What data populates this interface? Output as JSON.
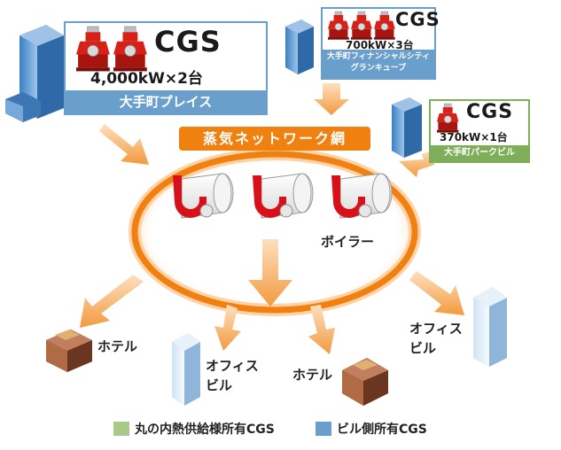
{
  "plants": [
    {
      "id": "otemachi-place",
      "cgs": "CGS",
      "capacity": "4,000kW×2台",
      "name": "大手町プレイス",
      "owner": "building"
    },
    {
      "id": "financial-city",
      "cgs": "CGS",
      "capacity": "700kW×3台",
      "name_lines": [
        "大手町フィナンシャルシティ",
        "グランキューブ"
      ],
      "owner": "building"
    },
    {
      "id": "park-building",
      "cgs": "CGS",
      "capacity": "370kW×1台",
      "name": "大手町パークビル",
      "owner": "marunouchi"
    }
  ],
  "network": {
    "label": "蒸気ネットワーク網",
    "boiler_label": "ボイラー"
  },
  "consumers": [
    {
      "id": "hotel-left",
      "type": "hotel",
      "label": "ホテル"
    },
    {
      "id": "office-center",
      "type": "office",
      "label_lines": [
        "オフィス",
        "ビル"
      ]
    },
    {
      "id": "hotel-center",
      "type": "hotel",
      "label": "ホテル"
    },
    {
      "id": "office-right",
      "type": "office",
      "label_lines": [
        "オフィス",
        "ビル"
      ]
    }
  ],
  "legend": [
    {
      "label": "丸の内熱供給様所有CGS",
      "color": "#a9c989"
    },
    {
      "label": "ビル側所有CGS",
      "color": "#6a9fcc"
    }
  ],
  "colors": {
    "building_card": "#6a9fcc",
    "marunouchi_card": "#7fae5a",
    "steam_orange": "#f08010",
    "boiler_red": "#d8101a",
    "cgs_red": "#d82018"
  }
}
